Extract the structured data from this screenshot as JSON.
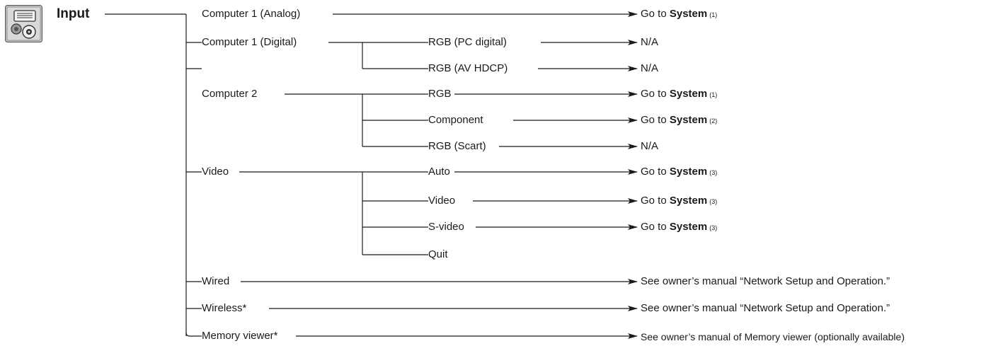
{
  "menu": {
    "title": "Input",
    "icon": "input-menu-icon"
  },
  "items": {
    "computer1_analog": "Computer 1 (Analog)",
    "computer1_digital": "Computer 1 (Digital)",
    "computer2": "Computer 2",
    "video": "Video",
    "wired": "Wired",
    "wireless": "Wireless*",
    "memory_viewer": "Memory viewer*"
  },
  "subitems": {
    "rgb_pc_digital": "RGB (PC digital)",
    "rgb_av_hdcp": "RGB (AV HDCP)",
    "rgb": "RGB",
    "component": "Component",
    "rgb_scart": "RGB (Scart)",
    "auto": "Auto",
    "video": "Video",
    "s_video": "S-video",
    "quit": "Quit"
  },
  "destinations": {
    "go_to": "Go to",
    "system": "System",
    "n1": "(1)",
    "n2": "(2)",
    "n3": "(3)",
    "na": "N/A",
    "network": "See owner’s manual “Network Setup and Operation.”",
    "memory_viewer_manual": "See owner’s manual of Memory viewer (optionally available)"
  }
}
